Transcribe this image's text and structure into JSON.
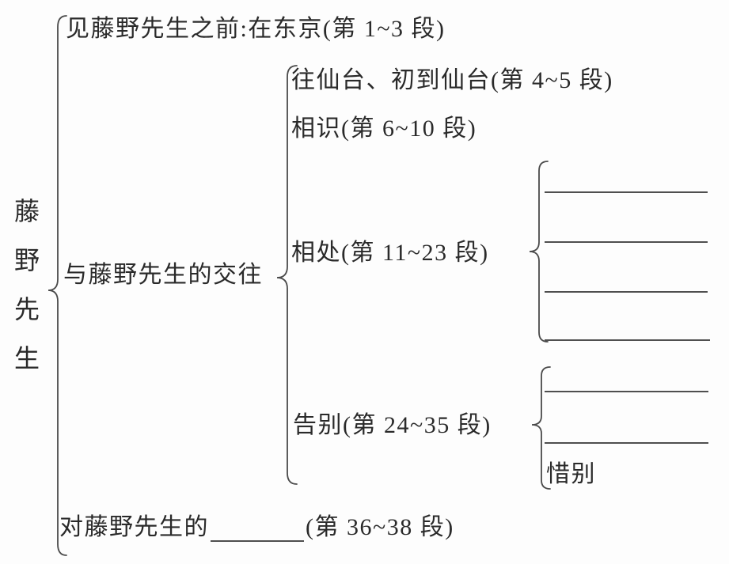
{
  "colors": {
    "background": "#fdfdfd",
    "text": "#2a2a2a",
    "line": "#4a4a4a"
  },
  "root": {
    "title": "藤野先生"
  },
  "level1": {
    "before_tokyo": "见藤野先生之前:在东京(第 1~3 段)",
    "interaction_label": "与藤野先生的交往",
    "attitude_prefix": "对藤野先生的",
    "attitude_suffix": "(第 36~38 段)",
    "attitude_blank_count": 1
  },
  "level2": {
    "to_sendai": "往仙台、初到仙台(第 4~5 段)",
    "acquaintance": "相识(第 6~10 段)",
    "together_label": "相处(第 11~23 段)",
    "together_blank_count": 4,
    "farewell_label": "告别(第 24~35 段)",
    "farewell_blank_count": 2,
    "farewell_item": "惜别"
  }
}
